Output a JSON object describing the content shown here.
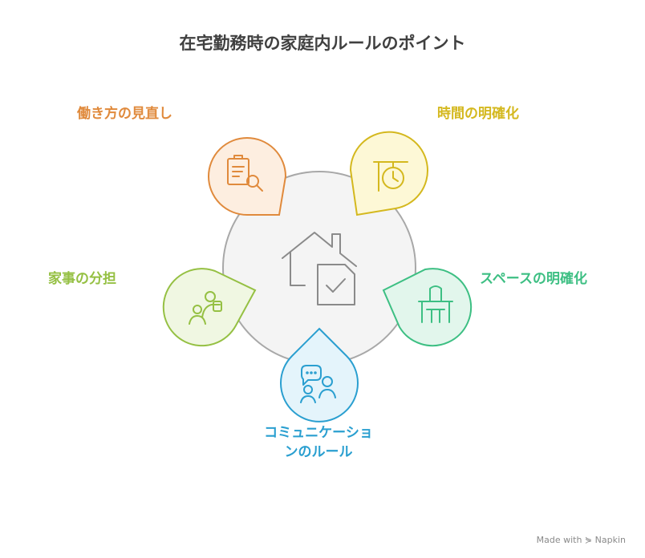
{
  "title": "在宅勤務時の家庭内ルールのポイント",
  "items": {
    "work_review": "働き方の見直し",
    "time_clarify": "時間の明確化",
    "chore_share": "家事の分担",
    "space_clarify": "スペースの明確化",
    "communication_line1": "コミュニケーショ",
    "communication_line2": "ンのルール"
  },
  "colors": {
    "work_review": "#e08a3c",
    "time_clarify": "#d4b81e",
    "chore_share": "#95c043",
    "space_clarify": "#3dbf83",
    "communication": "#2a9fd0",
    "center": "#f4f4f4"
  },
  "credit": "Made with ⋟ Napkin"
}
